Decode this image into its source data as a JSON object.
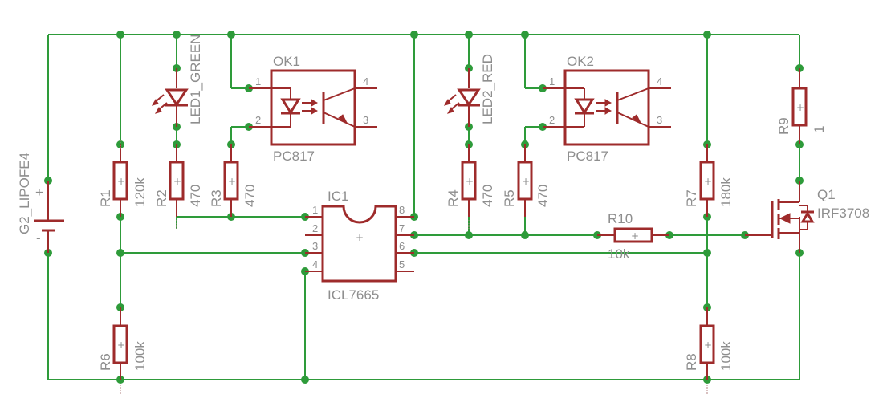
{
  "parts": {
    "g2": {
      "name": "G2_LIPOFE4",
      "plus": "+",
      "minus": "-"
    },
    "r1": {
      "name": "R1",
      "value": "120k"
    },
    "r2": {
      "name": "R2",
      "value": "470"
    },
    "r3": {
      "name": "R3",
      "value": "470"
    },
    "r4": {
      "name": "R4",
      "value": "470"
    },
    "r5": {
      "name": "R5",
      "value": "470"
    },
    "r6": {
      "name": "R6",
      "value": "100k"
    },
    "r7": {
      "name": "R7",
      "value": "180k"
    },
    "r8": {
      "name": "R8",
      "value": "100k"
    },
    "r9": {
      "name": "R9",
      "value": "1"
    },
    "r10": {
      "name": "R10",
      "value": "10k"
    },
    "led1": {
      "name": "LED1_GREEN"
    },
    "led2": {
      "name": "LED2_RED"
    },
    "ok1": {
      "name": "OK1",
      "value": "PC817",
      "pins": [
        "1",
        "2",
        "4",
        "3"
      ]
    },
    "ok2": {
      "name": "OK2",
      "value": "PC817",
      "pins": [
        "1",
        "2",
        "4",
        "3"
      ]
    },
    "ic1": {
      "name": "IC1",
      "value": "ICL7665",
      "pins": [
        "1",
        "2",
        "3",
        "4",
        "8",
        "7",
        "6",
        "5"
      ]
    },
    "q1": {
      "name": "Q1",
      "value": "IRF3708"
    }
  },
  "colors": {
    "wire": "#2e9b3a",
    "symbol": "#9e2b2b",
    "label": "#8e8e8e",
    "background": "#ffffff"
  }
}
